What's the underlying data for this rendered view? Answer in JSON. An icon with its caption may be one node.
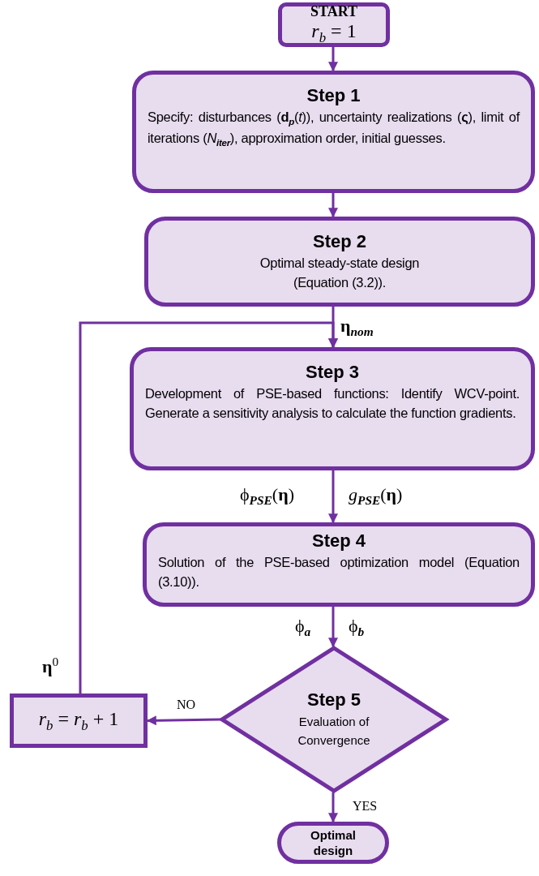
{
  "diagram": {
    "nodes": [
      {
        "text": [
          "START",
          "*r*$_{b}$ = 1"
        ]
      },
      {
        "text": [
          "Step 1",
          "Specify: disturbances (**d**$_{p}$(*t*)), uncertainty realizations (**ς**), limit of iterations (*N*$_{iter}$), approximation order, initial guesses."
        ]
      },
      {
        "text": [
          "Step 2",
          "Optimal steady-state design (Equation (3.2))."
        ]
      },
      {
        "text": [
          "Step 3",
          "Development of PSE-based functions: Identify WCV-point. Generate a sensitivity analysis to calculate the function gradients."
        ]
      },
      {
        "text": [
          "Step 4",
          "Solution of the PSE-based optimization model (Equation (3.10))."
        ]
      },
      {
        "text": [
          "Step 5",
          "Evaluation of Convergence"
        ]
      },
      {
        "text": [
          "*r*$_{b}$ = *r*$_{b}$ + 1"
        ]
      },
      {
        "text": [
          "Optimal design"
        ]
      }
    ],
    "edges": [
      {
        "from": 0,
        "to": 1,
        "arrow": "to"
      },
      {
        "from": 1,
        "to": 2,
        "arrow": "to"
      },
      {
        "from": 2,
        "to": 3,
        "arrow": "to",
        "label": "**η**$_{nom}$"
      },
      {
        "from": 3,
        "to": 4,
        "arrow": "to"
      },
      {
        "from": 4,
        "to": 5,
        "arrow": "to"
      },
      {
        "from": 5,
        "to": 6,
        "arrow": "to",
        "label": "NO"
      },
      {
        "from": 5,
        "to": 7,
        "arrow": "to",
        "label": "YES"
      },
      {
        "from": 6,
        "to": 3,
        "arrow": "to",
        "label": "**η**$^{0}$"
      }
    ],
    "labels": [
      "ϕ$_{PSE}$(**η**)",
      "*g*$_{PSE}$(**η**)",
      "ϕ$_{a}$",
      "ϕ$_{b}$"
    ]
  }
}
